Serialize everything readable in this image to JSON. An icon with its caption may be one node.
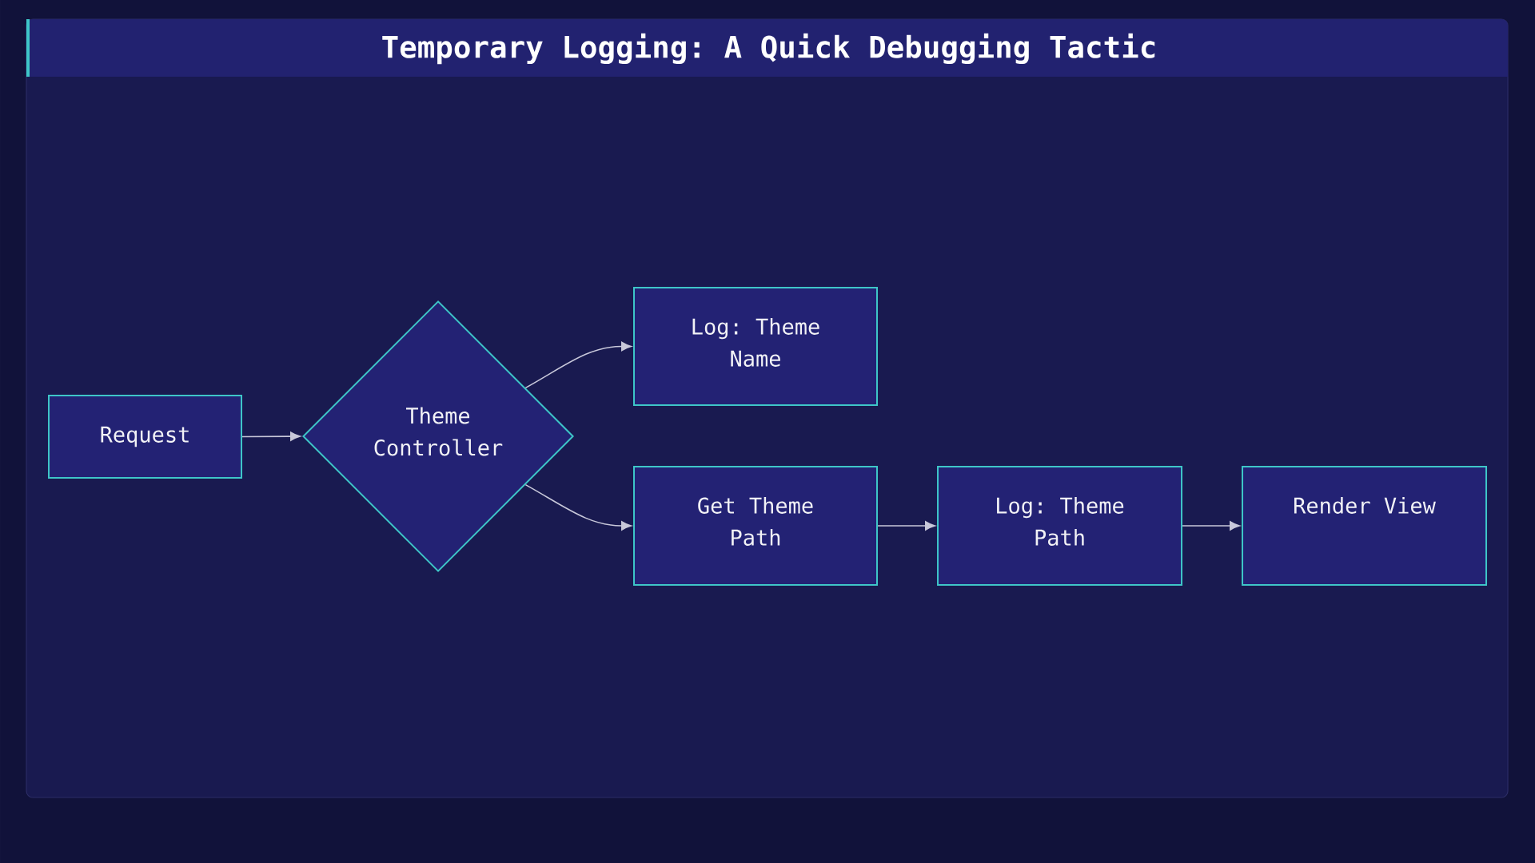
{
  "diagram": {
    "title": "Temporary Logging: A Quick Debugging Tactic",
    "nodes": [
      {
        "text": [
          "Request"
        ]
      },
      {
        "text": [
          "Theme Controller"
        ]
      },
      {
        "text": [
          "Log: Theme Name"
        ]
      },
      {
        "text": [
          "Get Theme Path"
        ]
      },
      {
        "text": [
          "Log: Theme Path"
        ]
      },
      {
        "text": [
          "Render View"
        ]
      }
    ],
    "edges": [
      {
        "from": 0,
        "to": 1,
        "arrow": "to"
      },
      {
        "from": 1,
        "to": 2,
        "arrow": "to"
      },
      {
        "from": 1,
        "to": 3,
        "arrow": "to"
      },
      {
        "from": 3,
        "to": 4,
        "arrow": "to"
      },
      {
        "from": 4,
        "to": 5,
        "arrow": "to"
      }
    ]
  }
}
